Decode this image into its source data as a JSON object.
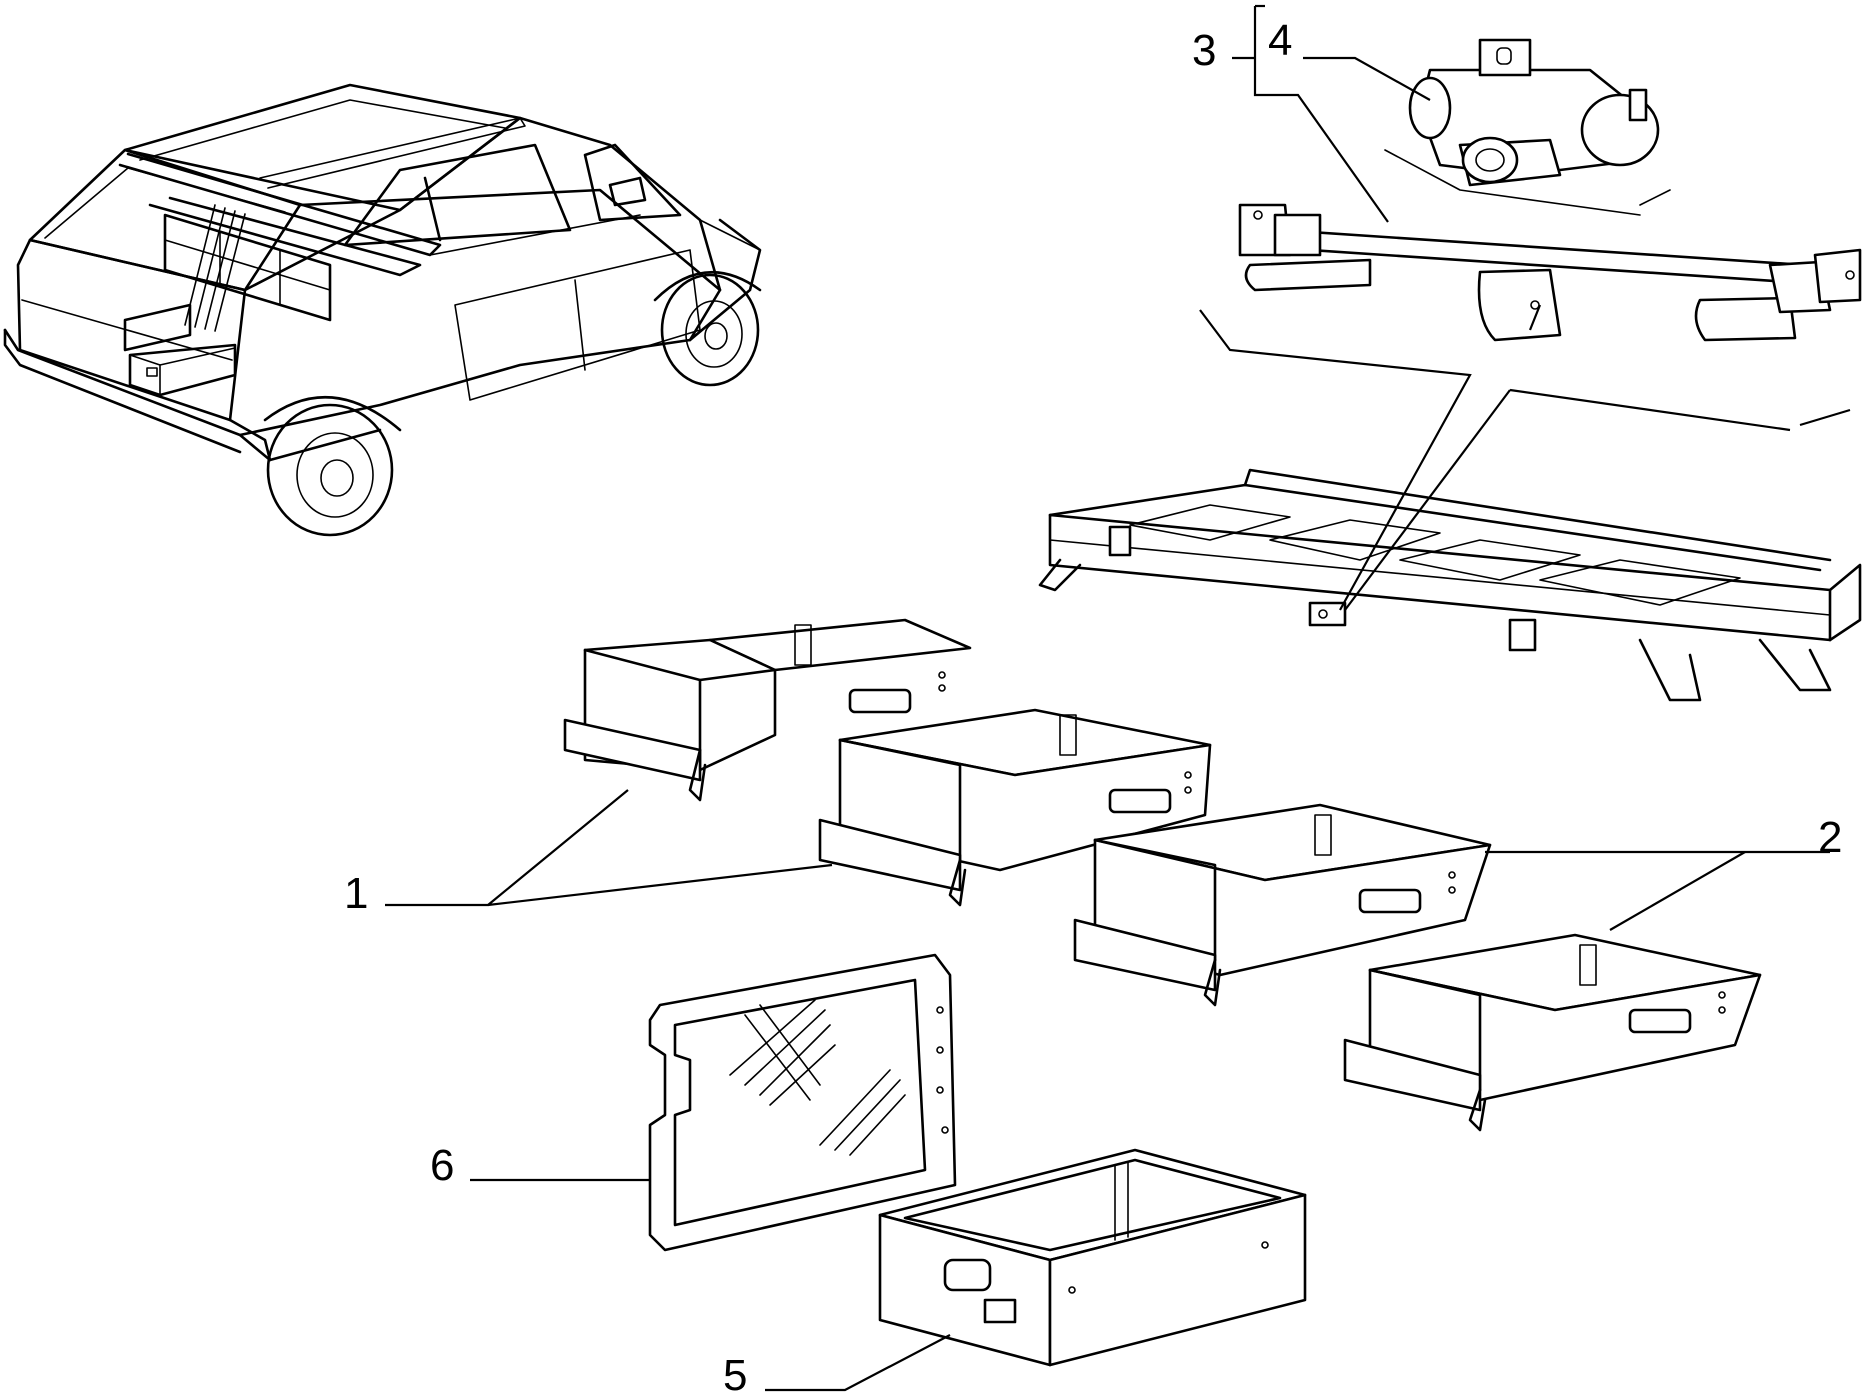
{
  "callouts": [
    {
      "id": "1",
      "label": "1"
    },
    {
      "id": "2",
      "label": "2"
    },
    {
      "id": "3",
      "label": "3"
    },
    {
      "id": "4",
      "label": "4"
    },
    {
      "id": "5",
      "label": "5"
    },
    {
      "id": "6",
      "label": "6"
    }
  ],
  "parts": [
    {
      "callout": "1",
      "depicts": "drawer-upper-left-pair"
    },
    {
      "callout": "2",
      "depicts": "drawer-right-pair"
    },
    {
      "callout": "3",
      "depicts": "support-bar-assembly"
    },
    {
      "callout": "4",
      "depicts": "bracket-clamp"
    },
    {
      "callout": "5",
      "depicts": "storage-box"
    },
    {
      "callout": "6",
      "depicts": "glass-lid-panel"
    }
  ],
  "colors": {
    "ink": "#000000",
    "paper": "#ffffff"
  }
}
